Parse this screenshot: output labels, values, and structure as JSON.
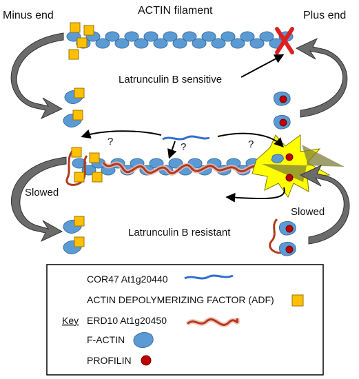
{
  "labels": {
    "actin_filament": "ACTIN filament",
    "minus_end": "Minus end",
    "plus_end": "Plus end",
    "latB_sensitive": "Latrunculin B sensitive",
    "latB_resistant": "Latrunculin B resistant",
    "slowed_left": "Slowed",
    "slowed_right": "Slowed",
    "question_mark": "?"
  },
  "key": {
    "title": "Key",
    "cor47": "COR47 At1g20440",
    "adf": "ACTIN DEPOLYMERIZING FACTOR (ADF)",
    "erd10": "ERD10 At1g20450",
    "factin": "F-ACTIN",
    "profilin": "PROFILIN"
  },
  "colors": {
    "actin": "#5b9bd5",
    "actin_stroke": "#41719c",
    "adf": "#ffc000",
    "profilin": "#c00000",
    "erd10": "#b03a1a",
    "erd10_glow": "#f2b8b0",
    "cor47": "#2f6fd0",
    "arrow_gray": "#6b6b6b",
    "burst": "#ffff00",
    "burst_arrow": "#7f7f3a"
  }
}
